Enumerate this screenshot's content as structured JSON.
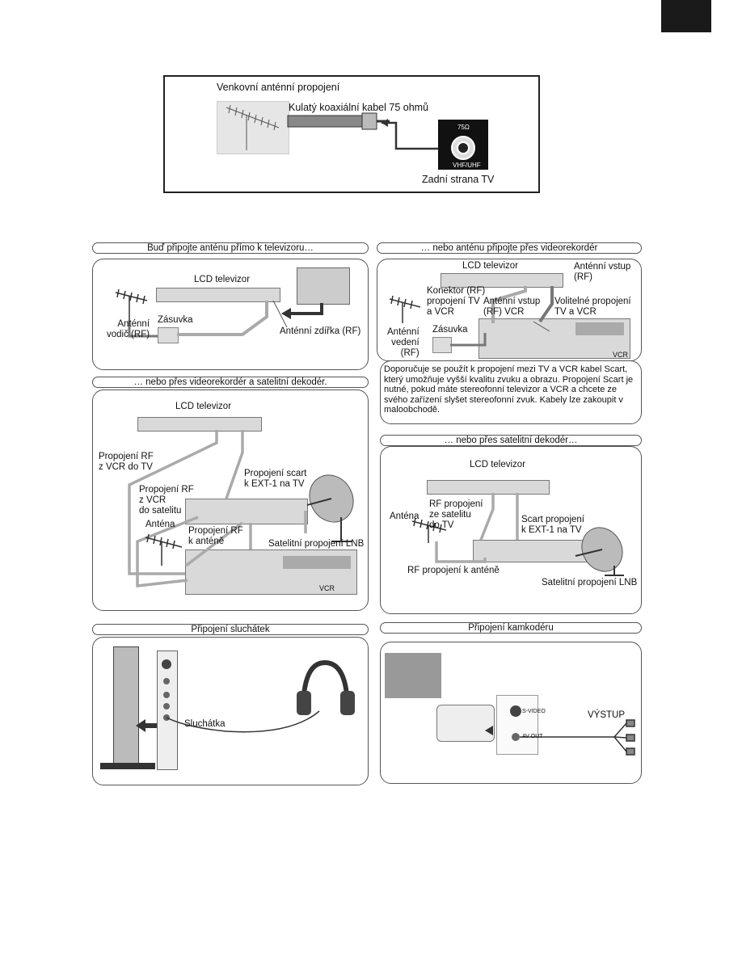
{
  "top_box": {
    "title": "Venkovní anténní propojení",
    "cable_label": "Kulatý koaxiální kabel 75 ohmů",
    "connector_ohm": "75Ω",
    "connector_band": "VHF/UHF",
    "back_label": "Zadní strana TV"
  },
  "sec_direct": {
    "header": "Buď připojte anténu přímo k televizoru…",
    "tv_label": "LCD televizor",
    "antenna_label": "Anténní\nvodič (RF)",
    "socket_label": "Zásuvka",
    "input_label": "Anténní zdířka (RF)"
  },
  "sec_vcr": {
    "header": "… nebo anténu připojte přes videorekordér",
    "tv_label": "LCD televizor",
    "rf_in_label": "Anténní vstup\n(RF)",
    "connector_label": "Konektor (RF)\npropojení TV\na VCR",
    "vcr_rf_label": "Anténní vstup\n(RF) VCR",
    "optional_label": "Volitelné propojení\nTV a VCR",
    "antenna_label": "Anténní\nvedení\n(RF)",
    "socket_label": "Zásuvka",
    "vcr_tag": "VCR",
    "note": "Doporučuje se použít k propojení mezi TV a VCR kabel Scart, který umožňuje vyšší kvalitu zvuku a obrazu. Propojení Scart je nutné, pokud máte stereofonní televizor a VCR a chcete ze svého zařízení slyšet stereofonní zvuk. Kabely lze zakoupit v maloobchodě."
  },
  "sec_vcr_sat": {
    "header": "… nebo přes videorekordér a satelitní dekodér.",
    "tv_label": "LCD televizor",
    "rf_vcr_tv": "Propojení RF\nz VCR do TV",
    "scart_label": "Propojení scart\nk EXT-1 na TV",
    "rf_vcr_sat": "Propojení RF\nz VCR\ndo satelitu",
    "antenna_label": "Anténa",
    "rf_antenna": "Propojení RF\nk anténě",
    "lnb_label": "Satelitní propojení LNB",
    "vcr_tag": "VCR"
  },
  "sec_sat": {
    "header": "… nebo přes satelitní dekodér…",
    "tv_label": "LCD televizor",
    "rf_sat_tv": "RF propojení\nze satelitu\ndo TV",
    "scart_label": "Scart propojení\nk EXT-1 na TV",
    "antenna_label": "Anténa",
    "rf_antenna": "RF propojení k anténě",
    "lnb_label": "Satelitní propojení LNB"
  },
  "sec_headphones": {
    "header": "Připojení sluchátek",
    "label": "Sluchátka"
  },
  "sec_camcorder": {
    "header": "Připojení kamkodéru",
    "output_label": "VÝSTUP",
    "svideo_label": "S-VIDEO",
    "av_label": "AV OUT"
  }
}
